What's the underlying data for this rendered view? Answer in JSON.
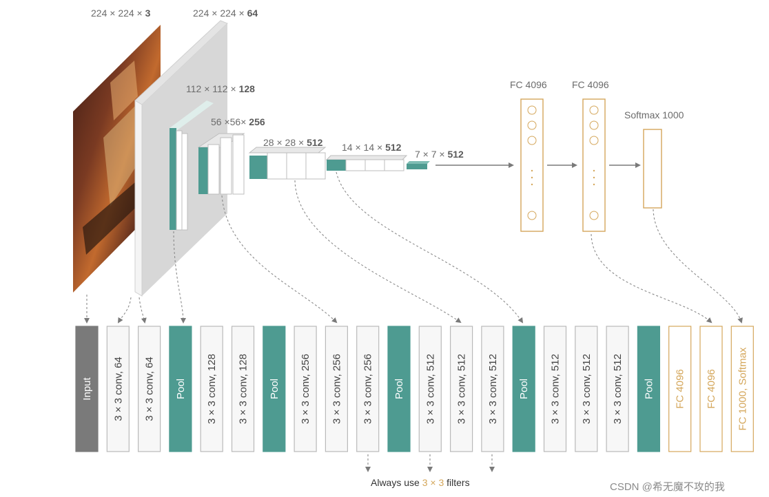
{
  "colors": {
    "teal": "#4e9b91",
    "gray_input": "#7a7a7a",
    "orange": "#d4a65a",
    "box_border": "#b9b9b9",
    "arrow": "#7a7a7a"
  },
  "top": {
    "input_dim": {
      "prefix": "224 × 224 × ",
      "bold": "3"
    },
    "conv1_dim": {
      "prefix": "224 × 224 × ",
      "bold": "64"
    },
    "conv2_dim": {
      "prefix": "112 × 112 × ",
      "bold": "128"
    },
    "conv3_dim": {
      "prefix": "56 ×56× ",
      "bold": "256"
    },
    "conv4_dim": {
      "prefix": "28 × 28 × ",
      "bold": "512"
    },
    "conv5_dim": {
      "prefix": "14 × 14 × ",
      "bold": "512"
    },
    "pool5_dim": {
      "prefix": "7 × 7 × ",
      "bold": "512"
    },
    "fc1": "FC 4096",
    "fc2": "FC 4096",
    "softmax": "Softmax 1000",
    "input_image_icon": "photo-of-guitarist"
  },
  "layers": [
    {
      "label": "Input",
      "kind": "input"
    },
    {
      "label": "3 × 3 conv,  64",
      "kind": "conv"
    },
    {
      "label": "3 × 3 conv,  64",
      "kind": "conv"
    },
    {
      "label": "Pool",
      "kind": "pool"
    },
    {
      "label": "3 × 3 conv,  128",
      "kind": "conv"
    },
    {
      "label": "3 × 3 conv,  128",
      "kind": "conv"
    },
    {
      "label": "Pool",
      "kind": "pool"
    },
    {
      "label": "3 × 3 conv,  256",
      "kind": "conv"
    },
    {
      "label": "3 × 3 conv,  256",
      "kind": "conv"
    },
    {
      "label": "3 × 3 conv,  256",
      "kind": "conv"
    },
    {
      "label": "Pool",
      "kind": "pool"
    },
    {
      "label": "3 × 3 conv,  512",
      "kind": "conv"
    },
    {
      "label": "3 × 3 conv,  512",
      "kind": "conv"
    },
    {
      "label": "3 × 3 conv,  512",
      "kind": "conv"
    },
    {
      "label": "Pool",
      "kind": "pool"
    },
    {
      "label": "3 × 3 conv,  512",
      "kind": "conv"
    },
    {
      "label": "3 × 3 conv,  512",
      "kind": "conv"
    },
    {
      "label": "3 × 3 conv,  512",
      "kind": "conv"
    },
    {
      "label": "Pool",
      "kind": "pool"
    },
    {
      "label": "FC 4096",
      "kind": "fc"
    },
    {
      "label": "FC 4096",
      "kind": "fc"
    },
    {
      "label": "FC 1000, Softmax",
      "kind": "fc"
    }
  ],
  "note": {
    "prefix": "Always use ",
    "highlight": "3 × 3",
    "suffix": " filters"
  },
  "watermark": "CSDN @希无魔不攻的我"
}
